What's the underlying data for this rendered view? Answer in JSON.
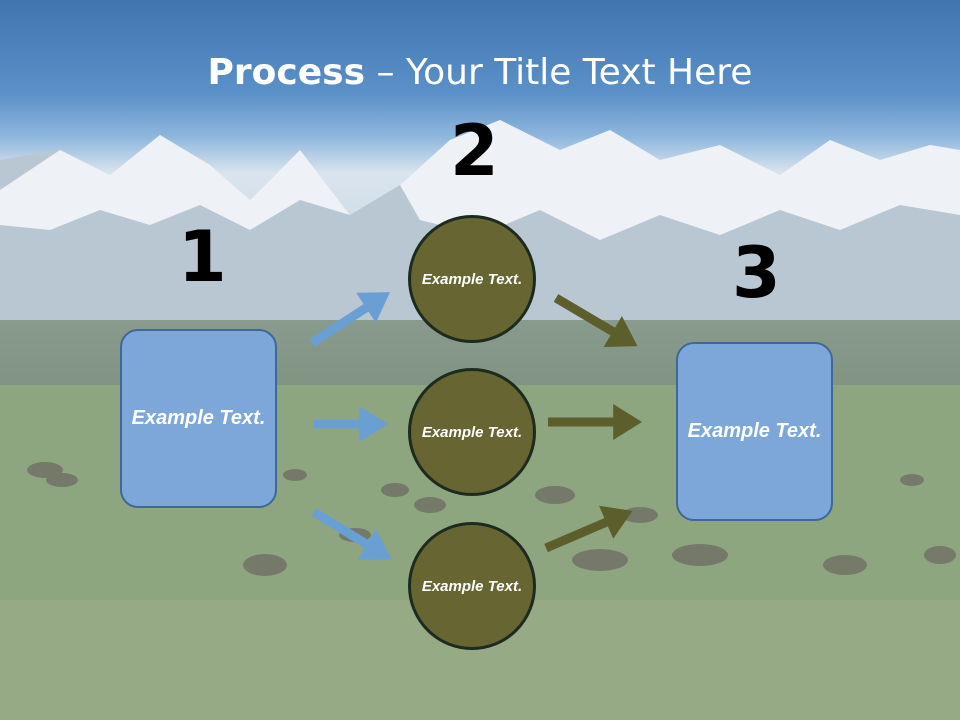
{
  "title": {
    "bold": "Process",
    "rest": " – Your Title Text Here"
  },
  "steps": {
    "one": "1",
    "two": "2",
    "three": "3"
  },
  "left_box": {
    "text": "Example Text."
  },
  "right_box": {
    "text": "Example Text."
  },
  "circles": [
    {
      "text": "Example Text."
    },
    {
      "text": "Example Text."
    },
    {
      "text": "Example Text."
    }
  ],
  "colors": {
    "header": "#4f86c0",
    "box_fill": "#7da7d9",
    "box_border": "#3e6898",
    "circle_fill": "#676532",
    "blue_arrow": "#6a9fd4",
    "olive_arrow": "#5c5f2c"
  }
}
